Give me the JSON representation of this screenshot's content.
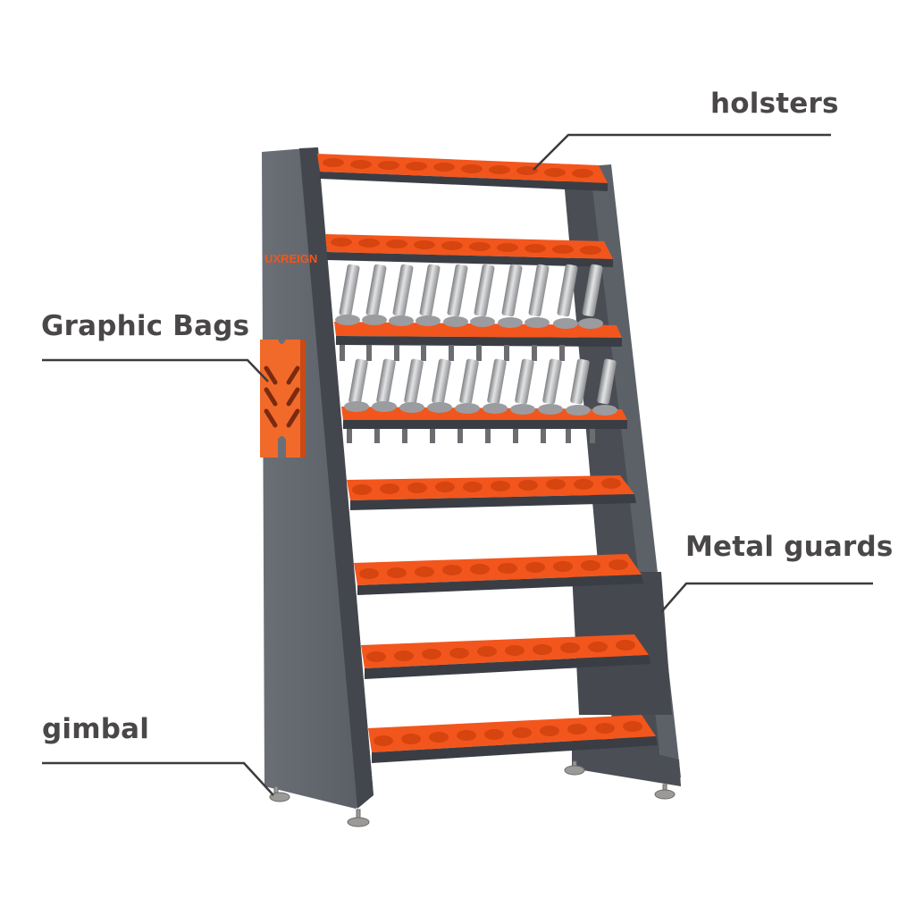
{
  "labels": {
    "holsters": "holsters",
    "graphic_bags": "Graphic Bags",
    "metal_guards": "Metal guards",
    "gimbal": "gimbal"
  },
  "brand_mark": "UXREIGN",
  "rack": {
    "shelf_count": 8,
    "slots_per_shelf": 10,
    "loaded_shelves": 2,
    "colors": {
      "frame": "#5a5f66",
      "frame_dark": "#3e4248",
      "holder_orange": "#f2561d",
      "holder_shadow": "#c63f10",
      "callout_line": "#3d3b3c",
      "label_text": "#4a4748"
    }
  }
}
